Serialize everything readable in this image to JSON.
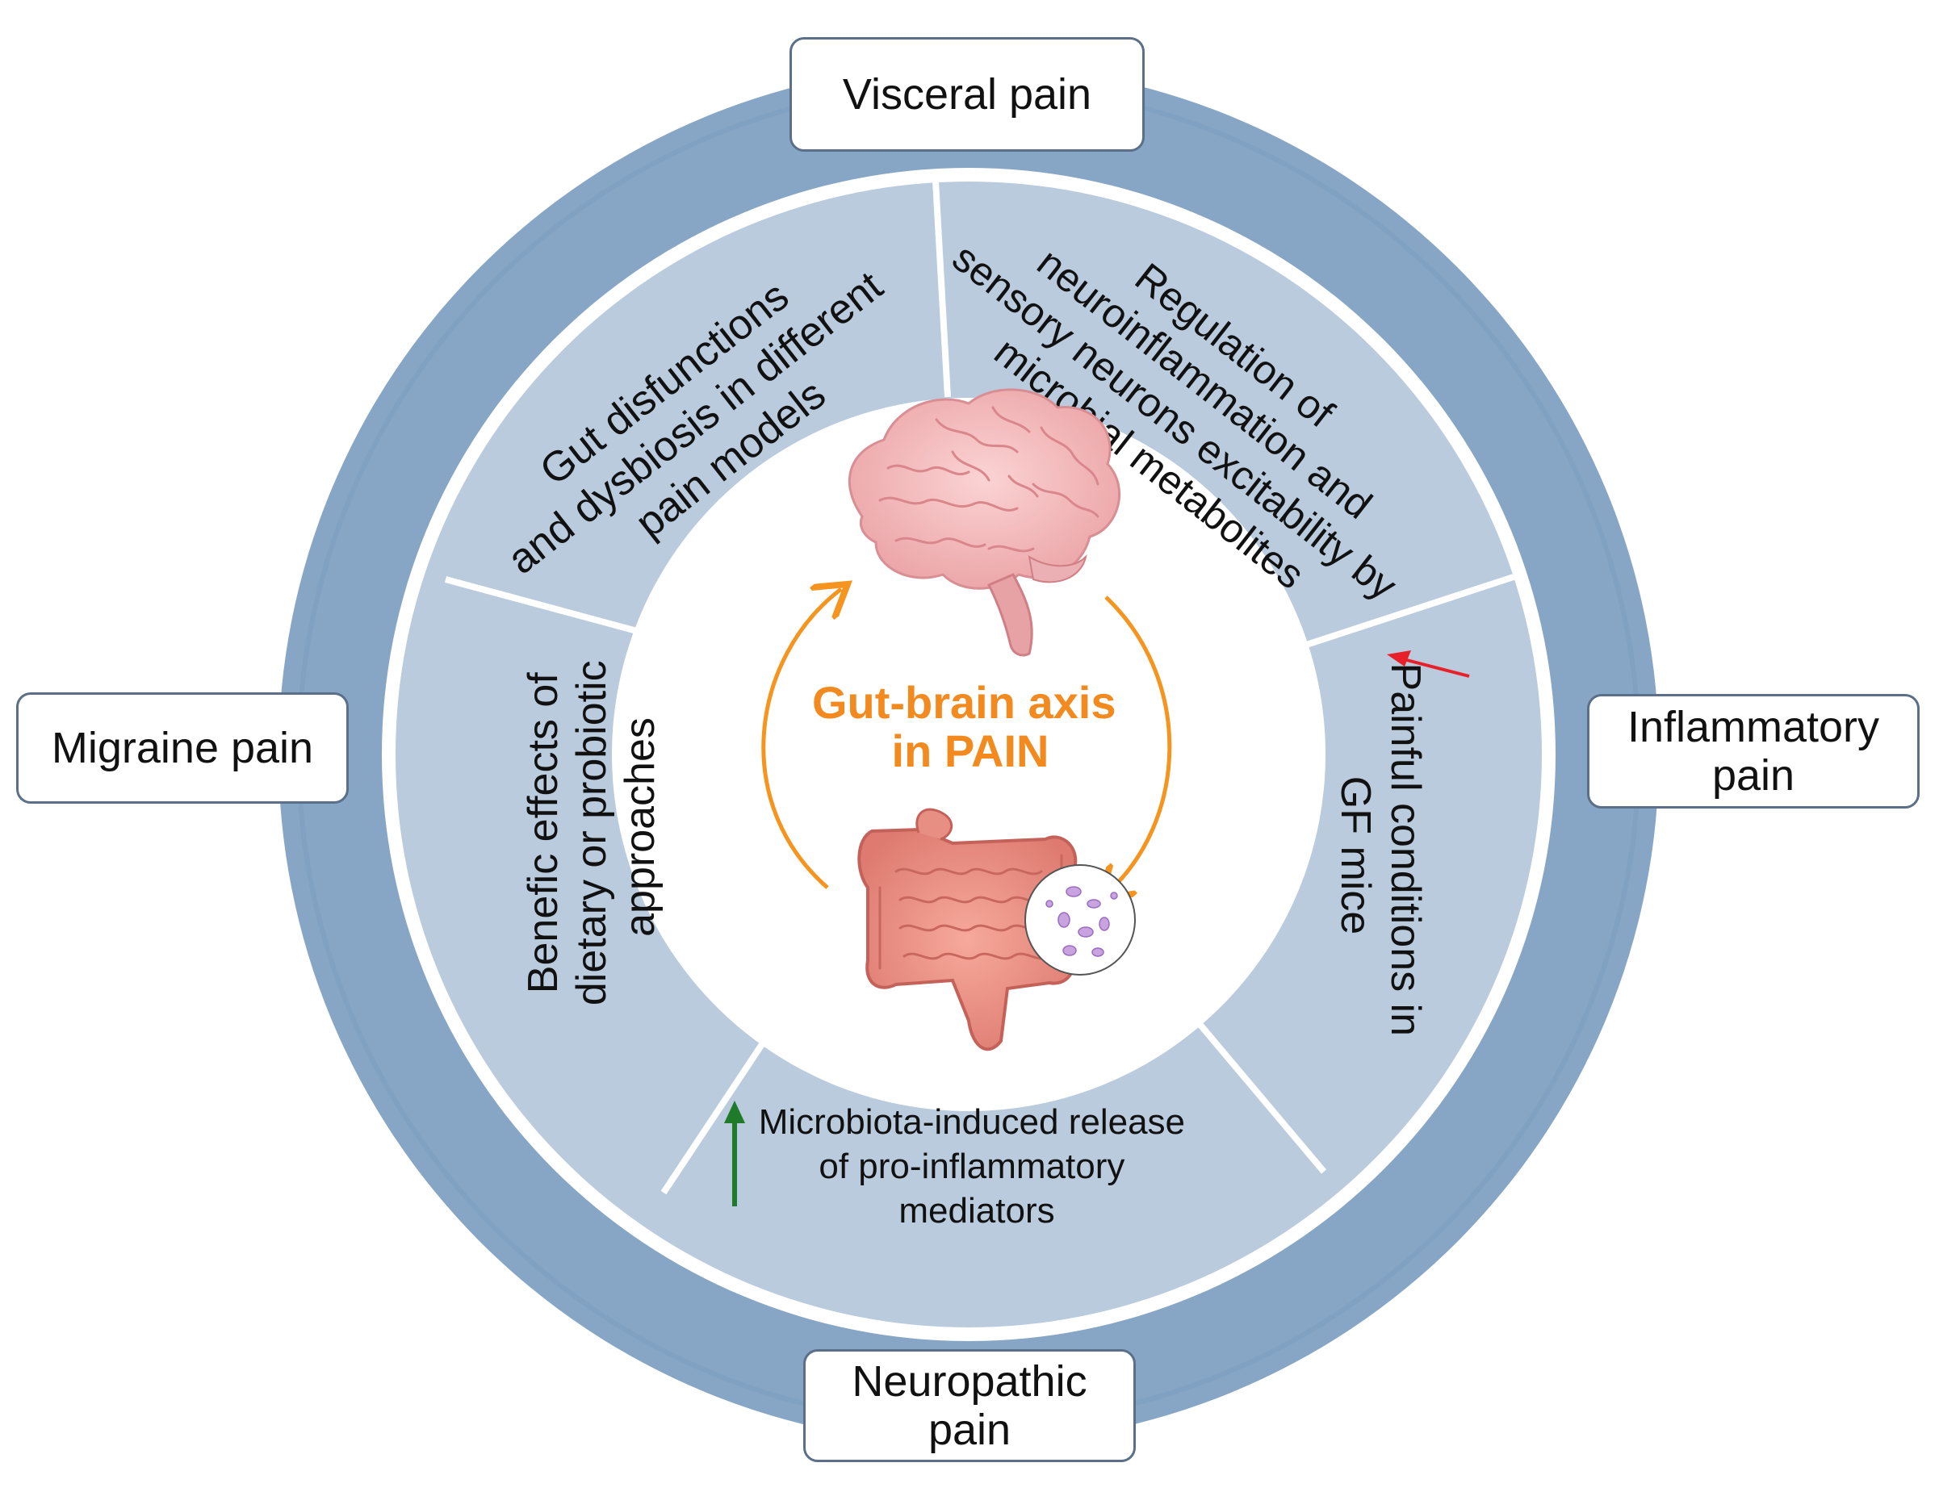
{
  "center": {
    "title_line1": "Gut-brain axis",
    "title_line2": "in PAIN"
  },
  "outer_labels": {
    "top": "Visceral pain",
    "left": "Migraine pain",
    "right": "Inflammatory pain",
    "bottom": "Neuropathic pain"
  },
  "segments": {
    "gut_dysfunctions": [
      "Gut disfunctions",
      "and dysbiosis in different",
      "pain models"
    ],
    "regulation": [
      "Regulation of",
      "neuroinflammation and",
      "sensory neurons excitability by",
      "microbial metabolites"
    ],
    "painful_conditions": [
      "Painful conditions in",
      "GF mice"
    ],
    "microbiota_release": [
      "Microbiota-induced release",
      "of pro-inflammatory",
      "mediators"
    ],
    "benefic_effects": [
      "Benefic effects of",
      "dietary or probiotic",
      "approaches"
    ]
  },
  "colors": {
    "outer_ring": "#87a6c6",
    "inner_ring": "#b9cbdd",
    "divider": "#ffffff",
    "cycle_arrows": "#f5941f",
    "center_title": "#f28a1f",
    "red_arrow": "#e8202a",
    "green_arrow": "#1f7a2a"
  },
  "icons": {
    "brain": "brain-icon",
    "gut": "intestine-icon",
    "microbes": "microbiota-icon"
  }
}
